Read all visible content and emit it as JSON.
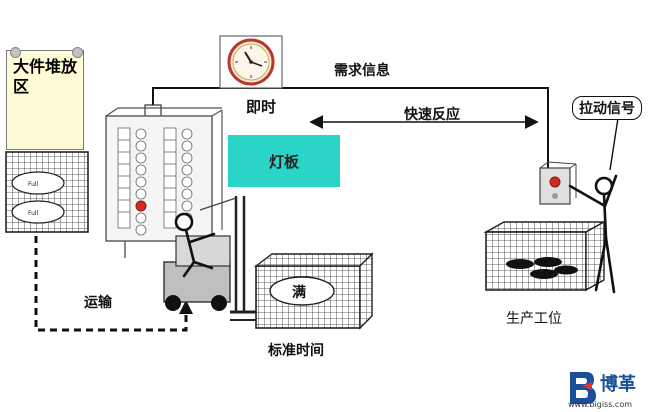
{
  "labels": {
    "bulk_storage": "大件堆放区",
    "demand_info": "需求信息",
    "just_in_time": "即时",
    "quick_response": "快速反应",
    "pull_signal": "拉动信号",
    "light_board": "灯板",
    "transport": "运输",
    "full": "满",
    "standard_time": "标准时间",
    "production_station": "生产工位"
  },
  "logo": {
    "name": "博革",
    "url": "www.bigiss.com"
  },
  "colors": {
    "light_board": "#2ad4c6",
    "note_bg": "#fffbd6",
    "lamp_red": "#d12b1f",
    "signal_box": "#e0e0e0"
  },
  "icons": [
    "clock-icon",
    "stick-figure-operator",
    "stick-figure-driver",
    "push-pin-icon"
  ]
}
